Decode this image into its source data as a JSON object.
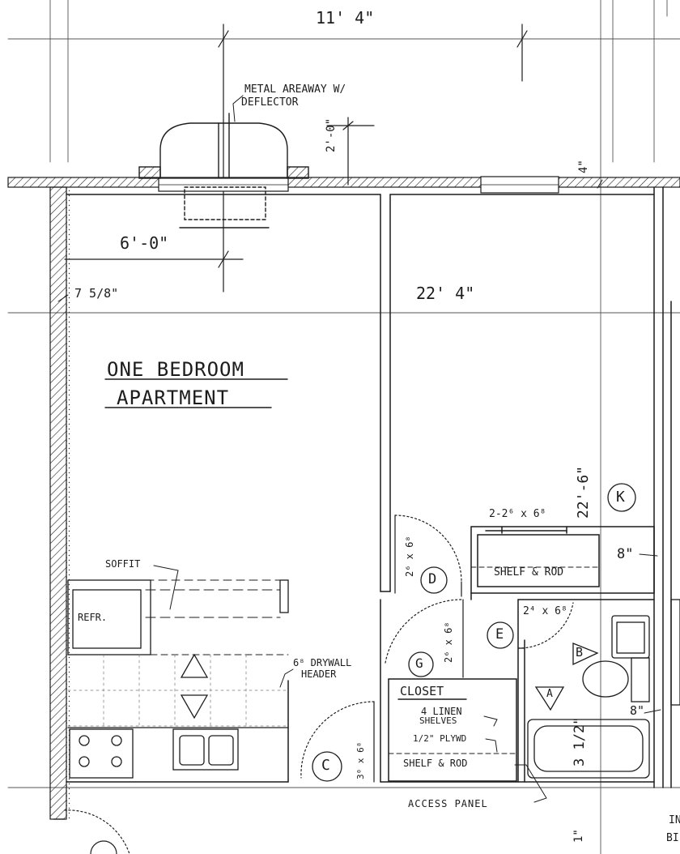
{
  "dimensions": {
    "overall_width": "11' 4\"",
    "opening_width": "6'-0\"",
    "wall_offset": "7 5/8\"",
    "areaway_depth": "2'-0\"",
    "small_4": "4\"",
    "room_length": "22' 4\"",
    "room_length_2": "22'-6\"",
    "dim_8a": "8\"",
    "dim_8b": "8\"",
    "dim_3half": "3 1/2\"",
    "dim_bottom": "1\""
  },
  "labels": {
    "areaway_line1": "METAL AREAWAY W/",
    "areaway_line2": "DEFLECTOR",
    "title_line1": "ONE BEDROOM",
    "title_line2": "APARTMENT",
    "soffit": "SOFFIT",
    "refr": "REFR.",
    "drywall_line1": "6⁸ DRYWALL",
    "drywall_line2": "HEADER",
    "closet": "CLOSET",
    "linen_line1": "4 LINEN",
    "linen_line2": "SHELVES",
    "plywd": "1/2\" PLYWD",
    "shelf_rod_1": "SHELF & ROD",
    "shelf_rod_2": "SHELF & ROD",
    "access_panel": "ACCESS PANEL",
    "door_double": "2-2⁶ x 6⁸",
    "door_d": "2⁶ x 6⁸",
    "door_g": "2⁶ x 6⁸",
    "door_e": "2⁴ x 6⁸",
    "door_c": "3⁰ x 6⁸",
    "edge_in": "IN",
    "edge_bi": "BI"
  },
  "tags": {
    "k": "K",
    "d": "D",
    "e": "E",
    "g": "G",
    "b": "B",
    "a": "A",
    "c": "C"
  }
}
